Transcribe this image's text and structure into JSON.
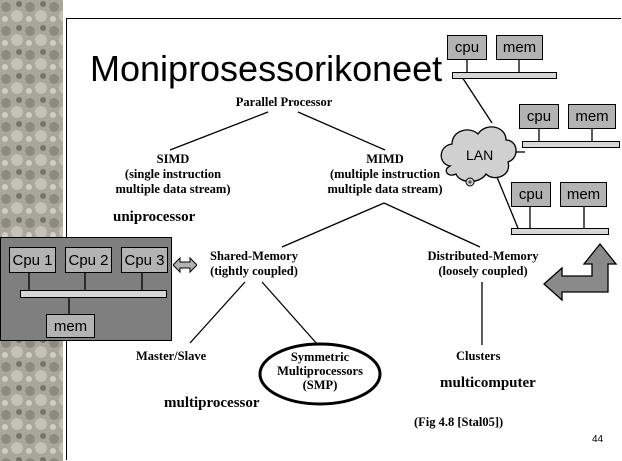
{
  "slide": {
    "title": "Moniprosessorikoneet",
    "page_number": "44",
    "citation": "(Fig 4.8 [Stal05])"
  },
  "diagram": {
    "root": "Parallel Processor",
    "simd": {
      "line1": "SIMD",
      "line2": "(single instruction",
      "line3": "multiple data stream)"
    },
    "mimd": {
      "line1": "MIMD",
      "line2": "(multiple instruction",
      "line3": "multiple data stream)"
    },
    "shared": {
      "line1": "Shared-Memory",
      "line2": "(tightly coupled)"
    },
    "distributed": {
      "line1": "Distributed-Memory",
      "line2": "(loosely coupled)"
    },
    "master_slave": "Master/Slave",
    "smp": {
      "line1": "Symmetric",
      "line2": "Multiprocessors",
      "line3": "(SMP)"
    },
    "clusters": "Clusters"
  },
  "annotations": {
    "uniprocessor": "uniprocessor",
    "multiprocessor": "multiprocessor",
    "multicomputer": "multicomputer"
  },
  "smp_box": {
    "cpu1": "Cpu 1",
    "cpu2": "Cpu 2",
    "cpu3": "Cpu 3",
    "mem": "mem"
  },
  "network": {
    "lan": "LAN",
    "node1": {
      "cpu": "cpu",
      "mem": "mem"
    },
    "node2": {
      "cpu": "cpu",
      "mem": "mem"
    },
    "node3": {
      "cpu": "cpu",
      "mem": "mem"
    }
  },
  "colors": {
    "panel": "#7f7f7f",
    "box": "#b3b3b3",
    "border_strip": "#8c8a80"
  }
}
